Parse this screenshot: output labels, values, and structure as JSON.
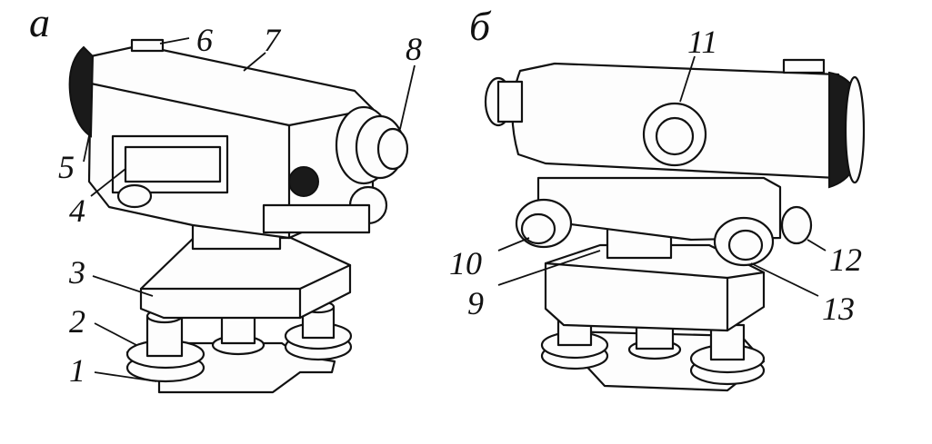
{
  "figure": {
    "view_labels": {
      "a": "а",
      "b": "б"
    },
    "callouts_a": [
      "1",
      "2",
      "3",
      "4",
      "5",
      "6",
      "7",
      "8"
    ],
    "callouts_b": [
      "9",
      "10",
      "11",
      "12",
      "13"
    ]
  },
  "colors": {
    "ink": "#111111",
    "paper": "#ffffff"
  }
}
